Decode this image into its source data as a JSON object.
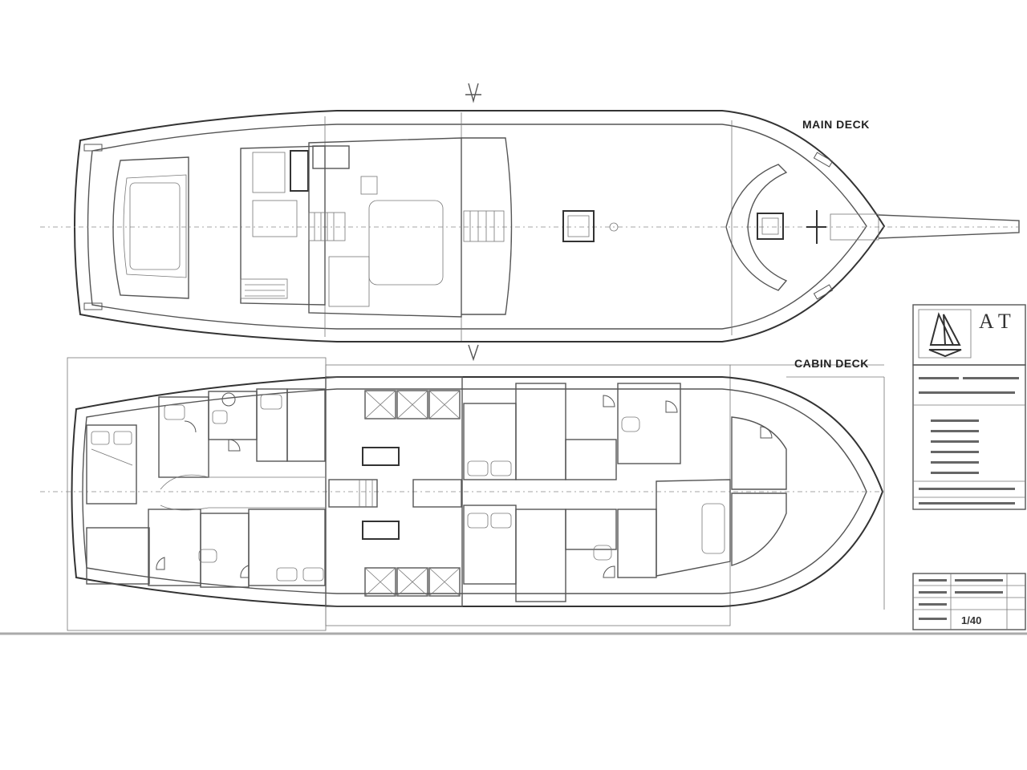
{
  "labels": {
    "main_deck": "MAIN DECK",
    "cabin_deck": "CABIN DECK",
    "scale": "1/40",
    "logo": "AT"
  },
  "colors": {
    "line": "#555555",
    "background": "#ffffff",
    "text": "#222222"
  }
}
